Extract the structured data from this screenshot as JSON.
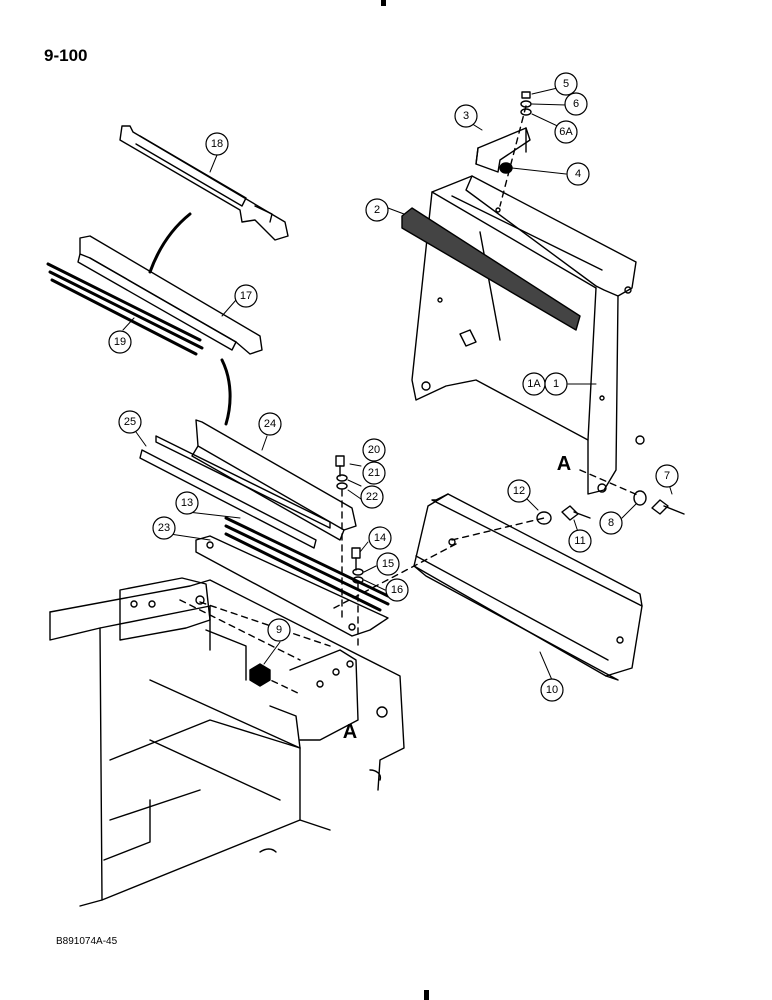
{
  "page": {
    "number": "9-100",
    "drawing_code": "B891074A-45"
  },
  "reference_letters": [
    "A",
    "A"
  ],
  "callouts": [
    "1",
    "1A",
    "2",
    "3",
    "4",
    "5",
    "6",
    "6A",
    "7",
    "8",
    "9",
    "10",
    "11",
    "12",
    "13",
    "14",
    "15",
    "16",
    "17",
    "18",
    "19",
    "20",
    "21",
    "22",
    "23",
    "24",
    "25"
  ]
}
